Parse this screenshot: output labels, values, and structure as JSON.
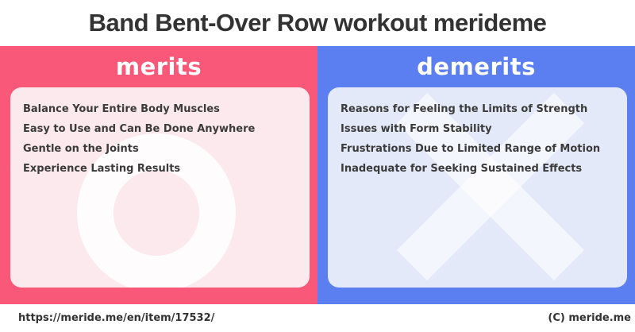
{
  "header": {
    "title": "Band Bent-Over Row workout merideme"
  },
  "merits": {
    "label": "merits",
    "mark_icon": "circle-o",
    "items": [
      "Balance Your Entire Body Muscles",
      "Easy to Use and Can Be Done Anywhere",
      "Gentle on the Joints",
      "Experience Lasting Results"
    ]
  },
  "demerits": {
    "label": "demerits",
    "mark_icon": "cross-x",
    "items": [
      "Reasons for Feeling the Limits of Strength",
      "Issues with Form Stability",
      "Frustrations Due to Limited Range of Motion",
      "Inadequate for Seeking Sustained Effects"
    ]
  },
  "footer": {
    "url": "https://meride.me/en/item/17532/",
    "copyright": "(C) meride.me"
  },
  "colors": {
    "merit-accent": "#FA5878",
    "demerit-accent": "#5B7EF0",
    "merit-card": "#FBE9EE",
    "demerit-card": "#E4E9FA",
    "title-ink": "#333333",
    "list-ink": "#3B3B3B"
  }
}
